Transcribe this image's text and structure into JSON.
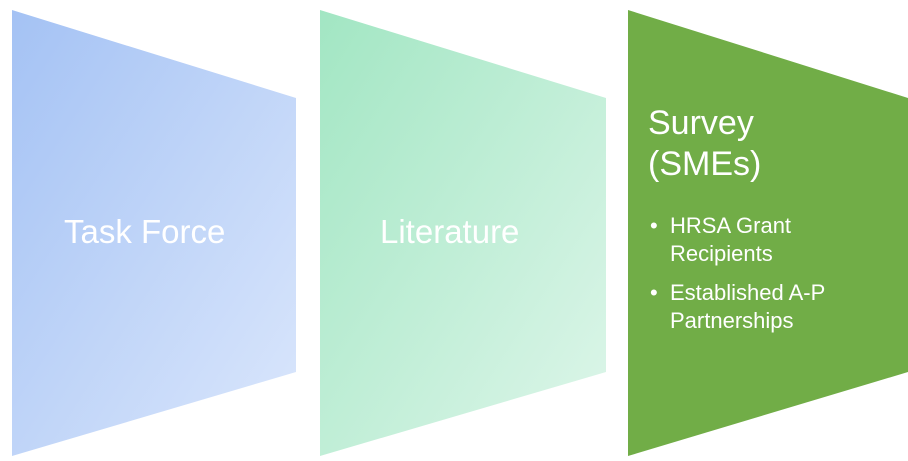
{
  "diagram": {
    "steps": [
      {
        "label": "Task Force",
        "color": "#a4c2f4"
      },
      {
        "label": "Literature",
        "color": "#a8e6c6"
      },
      {
        "label": "Survey\n(SMEs)",
        "color": "#71ad47",
        "bullets": [
          "HRSA Grant Recipients",
          "Established A-P Partnerships"
        ]
      }
    ]
  }
}
